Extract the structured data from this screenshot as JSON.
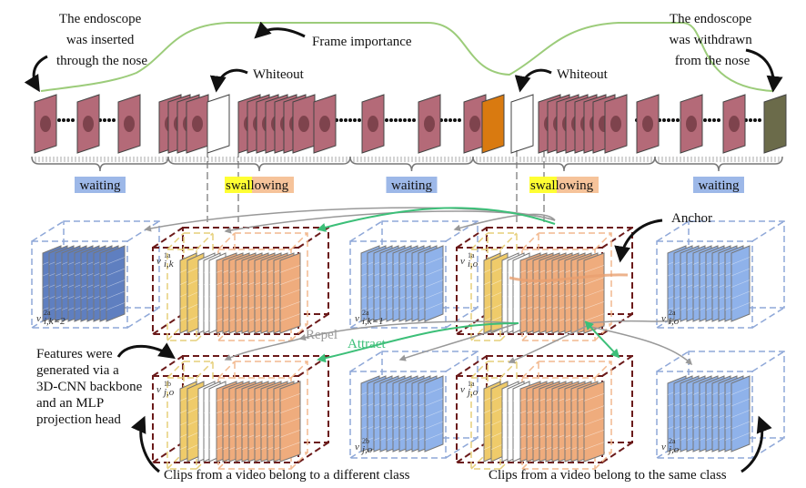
{
  "annotations": {
    "inserted": [
      "The endoscope",
      "was inserted",
      "through the nose"
    ],
    "withdrawn": [
      "The endoscope",
      "was withdrawn",
      "from the nose"
    ],
    "frame_importance": "Frame importance",
    "whiteout_1": "Whiteout",
    "whiteout_2": "Whiteout",
    "anchor": "Anchor",
    "repel": "Repel",
    "attract": "Attract",
    "features": [
      "Features were",
      "generated via a",
      "3D-CNN backbone",
      "and an MLP",
      "projection head"
    ],
    "different_class": "Clips from a video belong to a different class",
    "same_class": "Clips from a video belong to the same class"
  },
  "phases": [
    {
      "label": "waiting",
      "type": "waiting"
    },
    {
      "label_a": "swal",
      "label_b": "lowing",
      "type": "swallowing"
    },
    {
      "label": "waiting",
      "type": "waiting"
    },
    {
      "label_a": "swal",
      "label_b": "lowing",
      "type": "swallowing"
    },
    {
      "label": "waiting",
      "type": "waiting"
    }
  ],
  "feature_labels": {
    "row1_blue_left": {
      "v": "v",
      "sub": "i,k=2",
      "sup": "2a"
    },
    "row1_box_left": {
      "v": "v",
      "sub": "i,k",
      "sup": "1a"
    },
    "row1_blue_mid": {
      "v": "v",
      "sub": "i,k=1",
      "sup": "2a"
    },
    "row1_box_right": {
      "v": "v",
      "sub": "i,o",
      "sup": "1a"
    },
    "row1_blue_right": {
      "v": "v",
      "sub": "i,o",
      "sup": "2a"
    },
    "row2_box_left": {
      "v": "v",
      "sub": "j,o",
      "sup": "1b"
    },
    "row2_blue_mid": {
      "v": "v",
      "sub": "j,o",
      "sup": "2b"
    },
    "row2_box_right": {
      "v": "v",
      "sub": "j,o",
      "sup": "1a"
    },
    "row2_blue_right": {
      "v": "v",
      "sub": "j,o",
      "sup": "2a"
    }
  },
  "colors": {
    "waiting_bg": "#9db8e8",
    "swallow_yellow": "#ffff33",
    "swallow_orange": "#f6c39a",
    "importance_curve": "#9ccc7a",
    "attract": "#3cbf78",
    "repel": "#999999",
    "box_dark_red": "#6b1a1a",
    "slice_blue_dark": "#5f7fc0",
    "slice_blue": "#8fb2ea",
    "slice_yellow": "#efcb6a",
    "slice_orange": "#efac7d",
    "frame_pink": "#b46a78"
  }
}
